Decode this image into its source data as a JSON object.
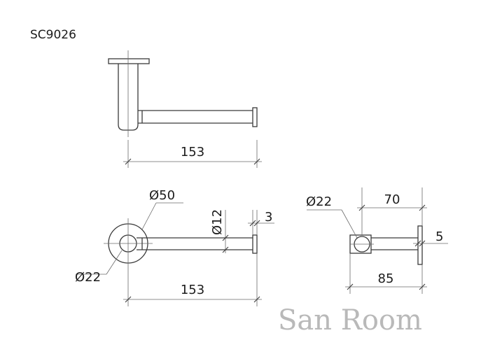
{
  "model_code": "SC9026",
  "watermark": "San Room",
  "side_view": {
    "length_label": "153"
  },
  "front_view": {
    "outer_diameter_label": "Ø50",
    "inner_diameter_label": "Ø22",
    "bar_diameter_label": "Ø12",
    "end_cap_label": "3",
    "length_label": "153"
  },
  "end_view": {
    "diameter_label": "Ø22",
    "depth_label": "70",
    "overall_label": "85",
    "plate_label": "5"
  },
  "colors": {
    "line": "#3a3a3a",
    "text": "#1c1c1c",
    "watermark": "#b9b9b9"
  }
}
